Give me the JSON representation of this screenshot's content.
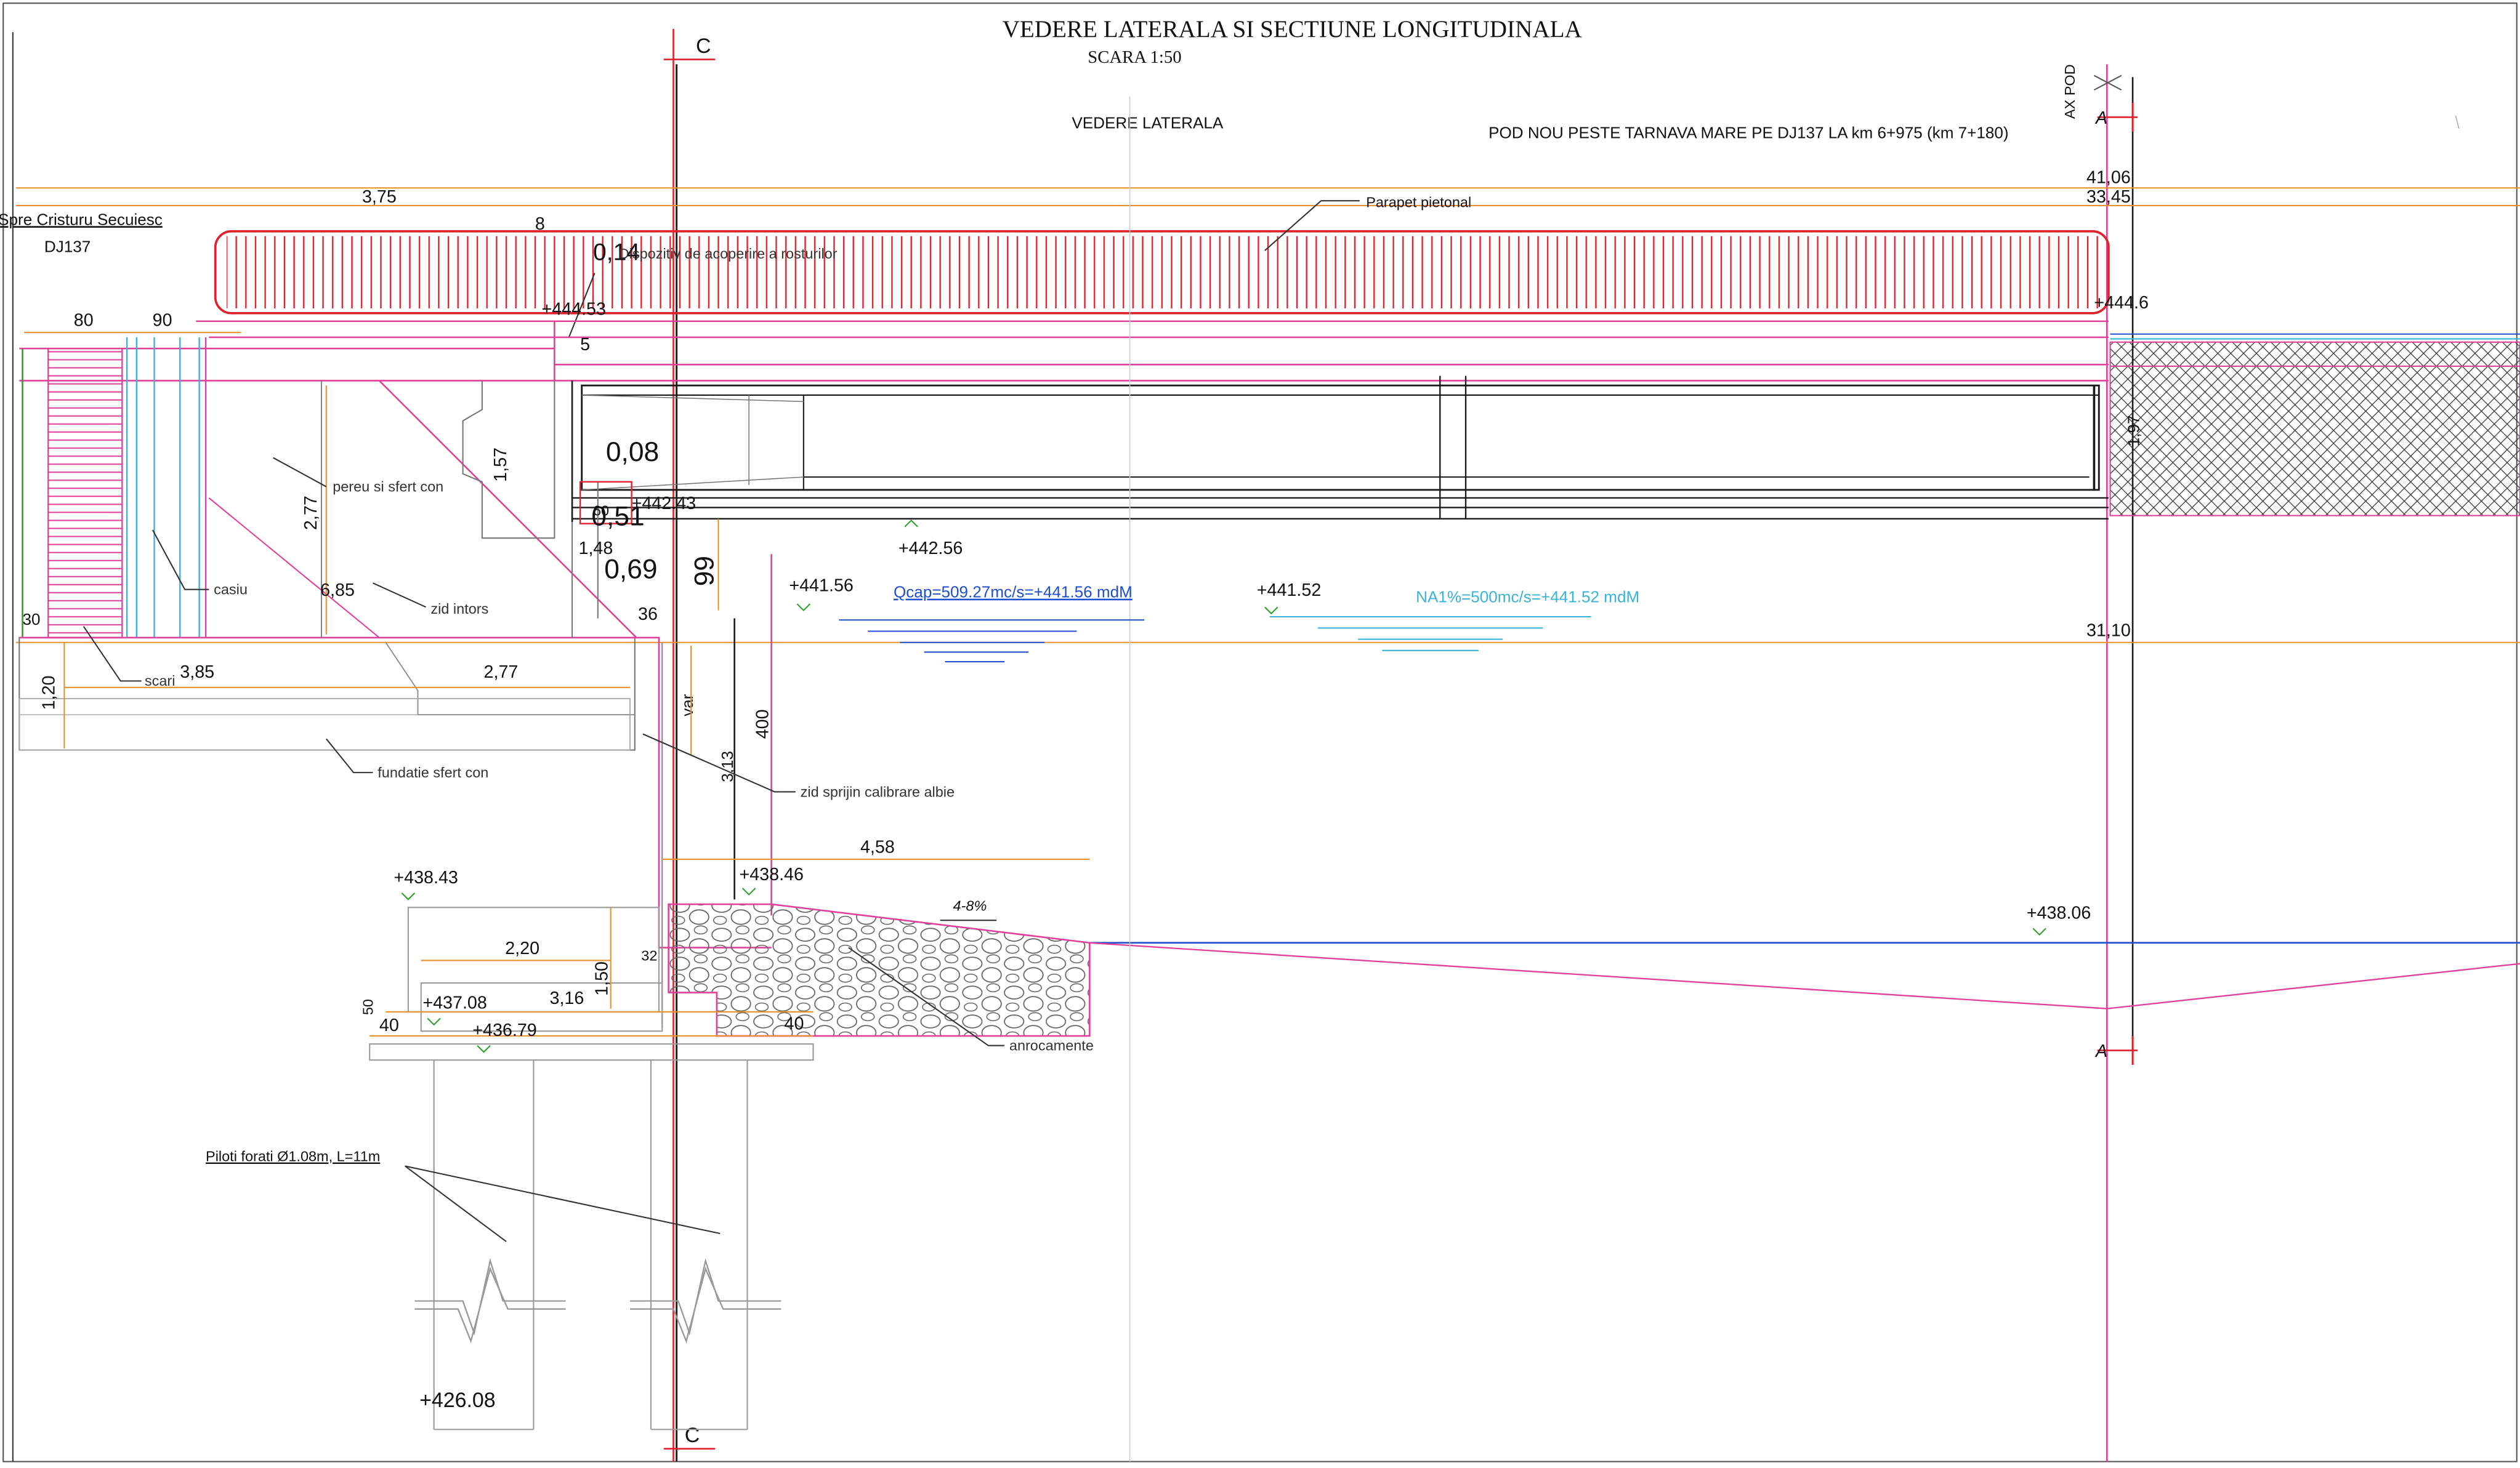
{
  "title": {
    "main": "VEDERE LATERALA SI SECTIUNE LONGITUDINALA",
    "scale": "SCARA 1:50",
    "view": "VEDERE LATERALA",
    "project": "POD NOU PESTE TARNAVA MARE PE DJ137 LA km 6+975 (km 7+180)"
  },
  "direction": {
    "line1": "Spre Cristuru Secuiesc",
    "line2": "DJ137"
  },
  "section_marks": {
    "c_top": "C",
    "c_bottom": "C",
    "a_top": "A",
    "a_bottom": "A",
    "axis": "AX POD"
  },
  "labels": {
    "parapet": "Parapet pietonal",
    "joint_device": "Dispozitiv de acoperire a rosturilor",
    "pereu": "pereu si sfert con",
    "zid_intors": "zid intors",
    "casiu": "casiu",
    "scari": "scari",
    "fundatie": "fundatie sfert con",
    "zid_sprijin": "zid sprijin calibrare albie",
    "anrocamente": "anrocamente",
    "piloti": "Piloti forati Ø1.08m, L=11m",
    "qcap": "Qcap=509.27mc/s=+441.56 mdM",
    "na1": "NA1%=500mc/s=+441.52 mdM",
    "slope": "4-8%"
  },
  "elevations": {
    "e44453": "+444.53",
    "e4446": "+444.6",
    "e44243": "+442.43",
    "e44256": "+442.56",
    "e44156": "+441.56",
    "e44152": "+441.52",
    "e43843": "+438.43",
    "e43846": "+438.46",
    "e43806": "+438.06",
    "e43708": "+437.08",
    "e43679": "+436.79",
    "e42608": "+426.08"
  },
  "dims": {
    "d375": "3,75",
    "d8": "8",
    "d014": "0,14",
    "d80": "80",
    "d90": "90",
    "d5": "5",
    "d157": "1,57",
    "d277v": "2,77",
    "d008": "0,08",
    "d60": "60",
    "d051": "0,51",
    "d148": "1,48",
    "d069": "0,69",
    "d99": "99",
    "d685": "6,85",
    "d36": "36",
    "d30": "30",
    "d385": "3,85",
    "d277h": "2,77",
    "d120": "1,20",
    "dvar": "var",
    "d313": "3,13",
    "d400": "400",
    "d458": "4,58",
    "d220": "2,20",
    "d150": "1,50",
    "d32": "32",
    "d316": "3,16",
    "d50": "50",
    "d40a": "40",
    "d40b": "40",
    "d4106": "41,06",
    "d3345": "33,45",
    "d3110": "31,10",
    "d197": "1,97"
  },
  "colors": {
    "ink": "#1a1a1a",
    "magenta": "#e0409a",
    "red": "#e0202a",
    "orange": "#e8902a",
    "blue": "#1f4fd0",
    "cyan": "#39b4d8",
    "green": "#2aa02a",
    "gray": "#9a9a9a"
  }
}
